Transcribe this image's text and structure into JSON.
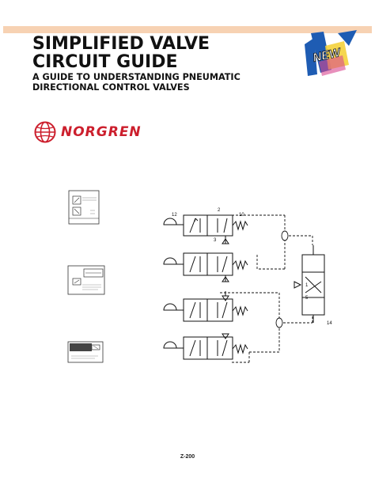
{
  "header": {
    "title_line1": "SIMPLIFIED VALVE",
    "title_line2": "CIRCUIT GUIDE",
    "subtitle_line1": "A GUIDE TO UNDERSTANDING PNEUMATIC",
    "subtitle_line2": "DIRECTIONAL CONTROL VALVES",
    "badge_text": "NEW"
  },
  "logo": {
    "brand": "NORGREN",
    "color": "#cc1f2d"
  },
  "diagram": {
    "valve_ports": [
      "12",
      "10",
      "2",
      "3",
      "1",
      "14",
      "5"
    ]
  },
  "footer": {
    "page_number": "Z-200"
  },
  "colors": {
    "band": "#f7d2b3",
    "badge_blue": "#1e5cb3",
    "badge_yellow": "#f4d23c",
    "badge_magenta": "#d9468f"
  }
}
